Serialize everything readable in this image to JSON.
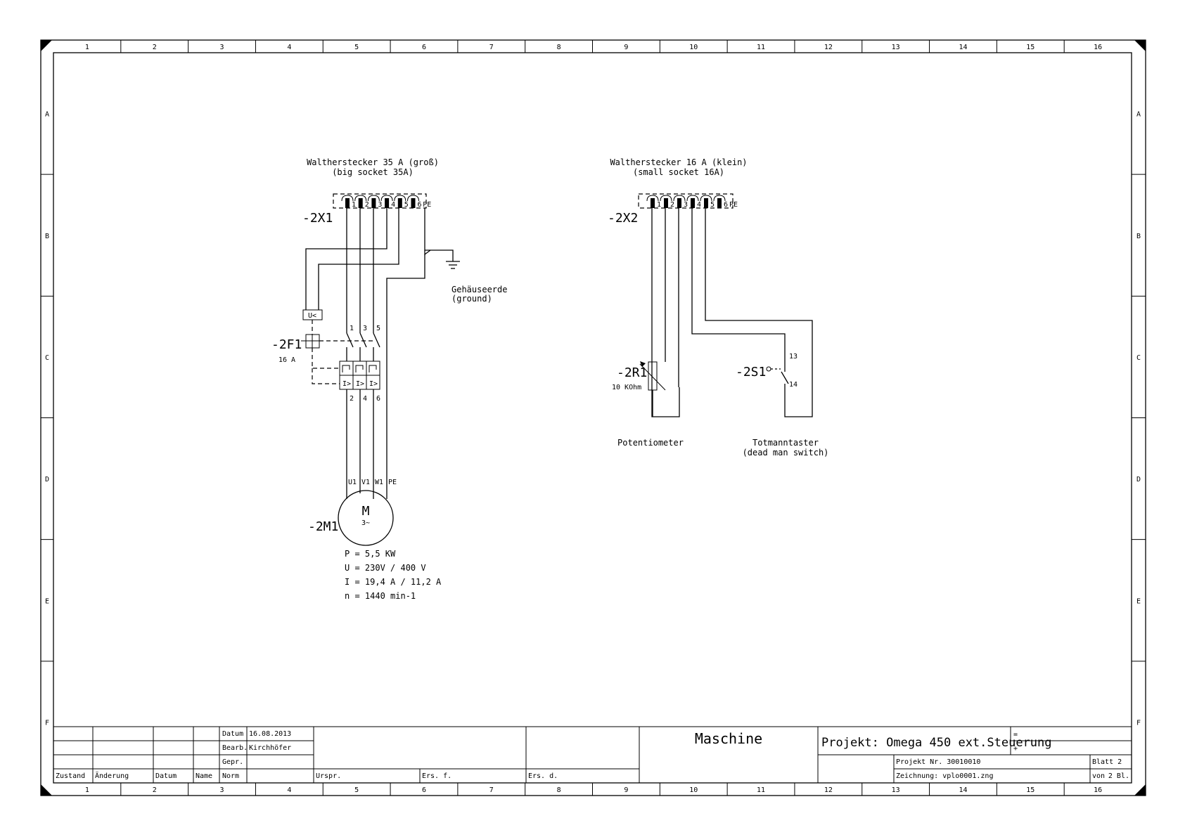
{
  "frame": {
    "columns": [
      "1",
      "2",
      "3",
      "4",
      "5",
      "6",
      "7",
      "8",
      "9",
      "10",
      "11",
      "12",
      "13",
      "14",
      "15",
      "16"
    ],
    "rows": [
      "A",
      "B",
      "C",
      "D",
      "E",
      "F"
    ]
  },
  "connector_big": {
    "title_de": "Walthersteсker 35 A (groß)",
    "title_en": "(big socket 35A)",
    "tag": "-2X1",
    "pins": [
      "1",
      "2",
      "3",
      "4",
      "5",
      "6",
      "PE"
    ]
  },
  "connector_small": {
    "title_de": "Walthersteсker 16 A (klein)",
    "title_en": "(small socket 16A)",
    "tag": "-2X2",
    "pins": [
      "1",
      "2",
      "3",
      "4",
      "5",
      "6",
      "PE"
    ]
  },
  "ground": {
    "label_de": "Gehäuseerde",
    "label_en": "(ground)"
  },
  "breaker": {
    "tag": "-2F1",
    "rating": "16 A",
    "undervoltage": "U<",
    "top_terminals": [
      "1",
      "3",
      "5"
    ],
    "bottom_terminals": [
      "2",
      "4",
      "6"
    ],
    "overcurrent": "I>"
  },
  "motor": {
    "tag": "-2M1",
    "symbol": "M",
    "phase": "3~",
    "terminals": [
      "U1",
      "V1",
      "W1",
      "PE"
    ],
    "specs": [
      "P = 5,5 KW",
      "U = 230V / 400 V",
      "I = 19,4 A / 11,2 A",
      "n = 1440 min-1"
    ]
  },
  "potentiometer": {
    "tag": "-2R1",
    "value": "10 KOhm",
    "label": "Potentiometer"
  },
  "switch": {
    "tag": "-2S1",
    "terminal_top": "13",
    "terminal_bottom": "14",
    "label_de": "Totmanntaster",
    "label_en": "(dead man switch)"
  },
  "title_block": {
    "datum_label": "Datum",
    "datum_value": "16.08.2013",
    "bearb_label": "Bearb.",
    "bearb_value": "Kirchhöfer",
    "gepr_label": "Gepr.",
    "norm_label": "Norm",
    "zustand_label": "Zustand",
    "aenderung_label": "Änderung",
    "datum2_label": "Datum",
    "name_label": "Name",
    "urspr_label": "Urspr.",
    "ersf_label": "Ers. f.",
    "ersd_label": "Ers. d.",
    "maschine": "Maschine",
    "projekt": "Projekt: Omega 450 ext.Steuerung",
    "eq": "=",
    "plus": "+",
    "projekt_nr": "Projekt Nr. 30010010",
    "zeichnung": "Zeichnung:  vplo0001.zng",
    "blatt": "Blatt 2",
    "von_label": "von",
    "von_value": "2 Bl."
  }
}
